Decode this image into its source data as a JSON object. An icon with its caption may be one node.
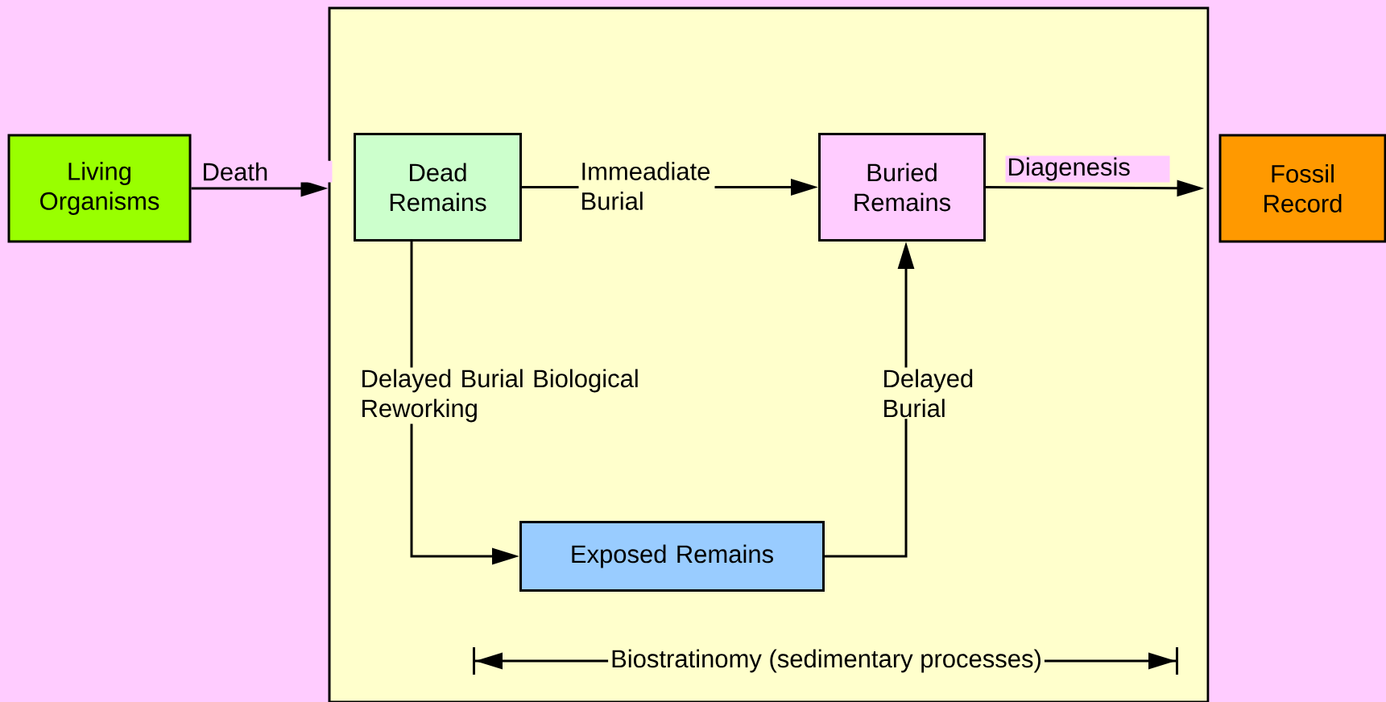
{
  "diagram": {
    "nodes": [
      {
        "text": [
          "Living Organisms"
        ]
      },
      {
        "text": [],
        "shape": "box"
      },
      {
        "text": [
          "Dead Remains"
        ],
        "in": 1
      },
      {
        "text": [
          "Buried Remains"
        ],
        "in": 1
      },
      {
        "text": [
          "Exposed Remains"
        ],
        "in": 1
      },
      {
        "text": [
          "Fossil Record"
        ]
      }
    ],
    "edges": [
      {
        "from": 0,
        "to": 1,
        "arrow": "to",
        "label": "Death"
      },
      {
        "from": 2,
        "to": 3,
        "arrow": "to",
        "label": "Immeadiate Burial"
      },
      {
        "from": 2,
        "to": 4,
        "arrow": "to",
        "label": "Delayed Burial Biological Reworking"
      },
      {
        "from": 4,
        "to": 3,
        "arrow": "to",
        "label": "Delayed Burial"
      },
      {
        "from": 3,
        "to": 5,
        "arrow": "to",
        "label": "Diagenesis"
      }
    ],
    "labels": [
      "Biostratinomy (sedimentary processes)"
    ]
  }
}
